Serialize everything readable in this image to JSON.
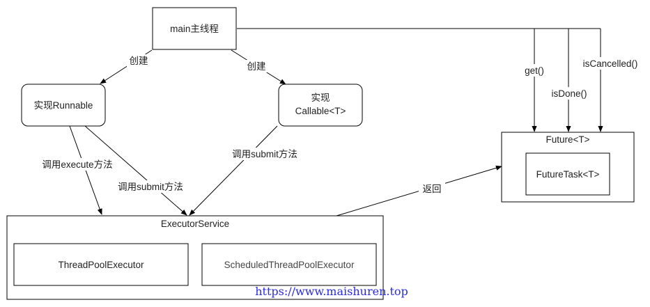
{
  "nodes": {
    "main": "main主线程",
    "runnable": "实现Runnable",
    "callable_l1": "实现",
    "callable_l2": "Callable<T>",
    "future": "Future<T>",
    "future_task": "FutureTask<T>",
    "executor_service": "ExecutorService",
    "thread_pool": "ThreadPoolExecutor",
    "scheduled_pool": "ScheduledThreadPoolExecutor"
  },
  "edges": {
    "create_runnable": "创建",
    "create_callable": "创建",
    "runnable_execute": "调用execute方法",
    "runnable_submit": "调用submit方法",
    "callable_submit": "调用submit方法",
    "returns": "返回",
    "get": "get()",
    "is_done": "isDone()",
    "is_cancelled": "isCancelled()"
  },
  "watermark": "https://www.maishuren.top"
}
